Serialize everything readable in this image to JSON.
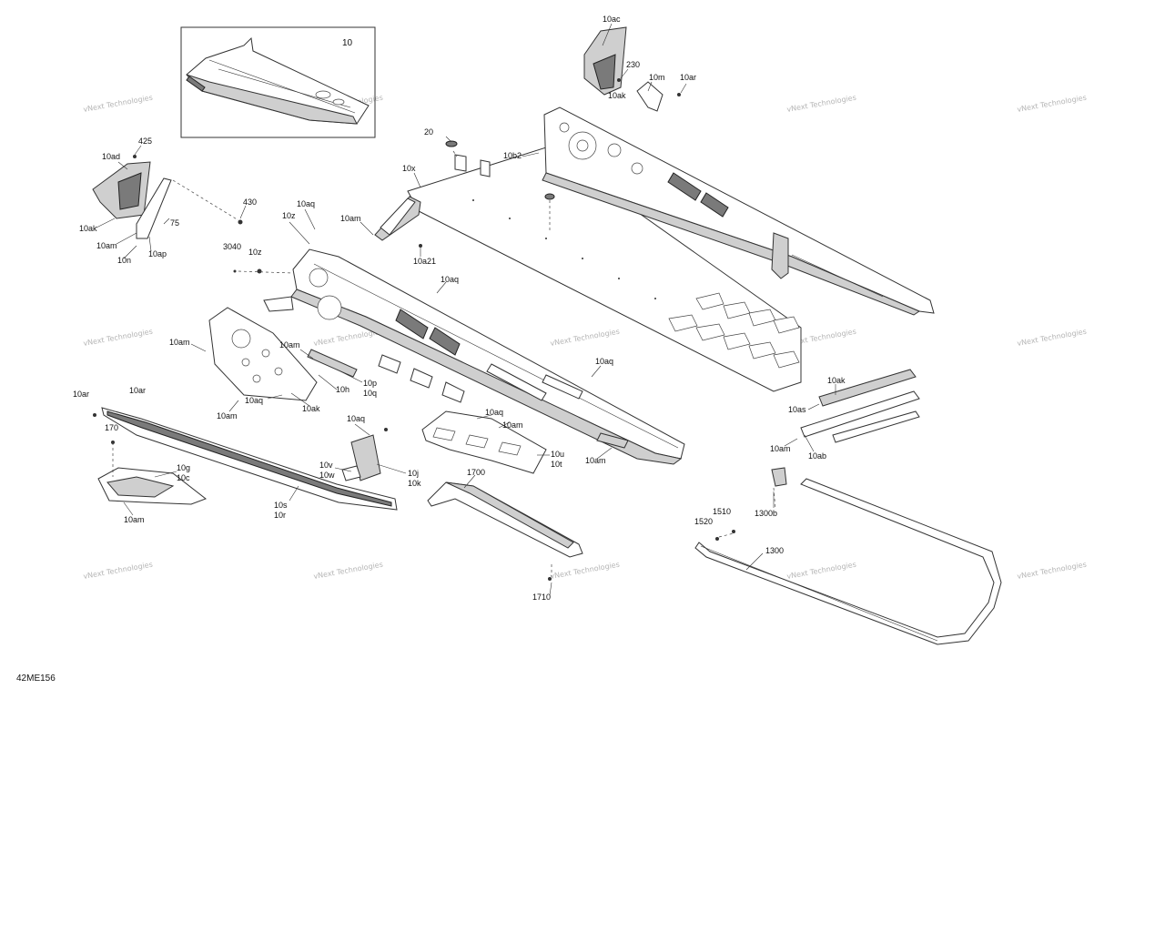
{
  "diagram_code": "42ME156",
  "inset_label": "10",
  "watermark_text": "vNext Technologies",
  "callouts": {
    "c10ac": "10ac",
    "c230": "230",
    "c10m": "10m",
    "c10ar_top": "10ar",
    "c10ak_top": "10ak",
    "c20": "20",
    "c10b2": "10b2",
    "c10x": "10x",
    "c425": "425",
    "c10ad": "10ad",
    "c430": "430",
    "c10aq_a": "10aq",
    "c10z_a": "10z",
    "c10am_a": "10am",
    "c75": "75",
    "c10ak_l": "10ak",
    "c10am_b": "10am",
    "c10n": "10n",
    "c10ap": "10ap",
    "c3040": "3040",
    "c10z_b": "10z",
    "c10a21": "10a21",
    "c10aq_b": "10aq",
    "c10am_c": "10am",
    "c10am_d": "10am",
    "c10p": "10p",
    "c10q": "10q",
    "c10h": "10h",
    "c10aq_c": "10aq",
    "c10ak_m": "10ak",
    "c10am_e": "10am",
    "c10ar_l": "10ar",
    "c10ar_m": "10ar",
    "c170": "170",
    "c10aq_d": "10aq",
    "c10ak_r": "10ak",
    "c10as": "10as",
    "c10aq_e": "10aq",
    "c10am_f": "10am",
    "c10u": "10u",
    "c10t": "10t",
    "c10am_g": "10am",
    "c10am_h": "10am",
    "c10ab": "10ab",
    "c10aq_f": "10aq",
    "c10v": "10v",
    "c10w": "10w",
    "c10j": "10j",
    "c10k": "10k",
    "c10g": "10g",
    "c10c": "10c",
    "c10am_i": "10am",
    "c10s": "10s",
    "c10r": "10r",
    "c1700": "1700",
    "c1300b": "1300b",
    "c1510": "1510",
    "c1520": "1520",
    "c1300": "1300",
    "c1710": "1710"
  }
}
